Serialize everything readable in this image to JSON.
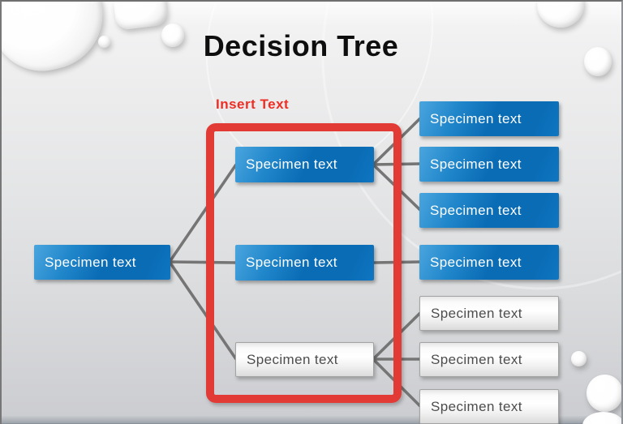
{
  "slide": {
    "title": "Decision Tree",
    "annotation_label": "Insert Text",
    "tree": {
      "root": {
        "label": "Specimen text",
        "variant": "blue"
      },
      "middle": [
        {
          "label": "Specimen text",
          "variant": "blue"
        },
        {
          "label": "Specimen text",
          "variant": "blue"
        },
        {
          "label": "Specimen text",
          "variant": "white"
        }
      ],
      "leaves": [
        {
          "label": "Specimen text",
          "variant": "blue"
        },
        {
          "label": "Specimen text",
          "variant": "blue"
        },
        {
          "label": "Specimen text",
          "variant": "blue"
        },
        {
          "label": "Specimen text",
          "variant": "blue"
        },
        {
          "label": "Specimen text",
          "variant": "white"
        },
        {
          "label": "Specimen text",
          "variant": "white"
        },
        {
          "label": "Specimen text",
          "variant": "white"
        }
      ]
    },
    "colors": {
      "blue_node": "#0a6cb5",
      "blue_node_highlight": "#4aa5de",
      "white_node_text": "#4d4d4d",
      "annotation_red": "#ee2e24",
      "highlight_box_red": "#e23b36",
      "connector_gray": "#757575",
      "title_color": "#0e0e0e"
    }
  }
}
